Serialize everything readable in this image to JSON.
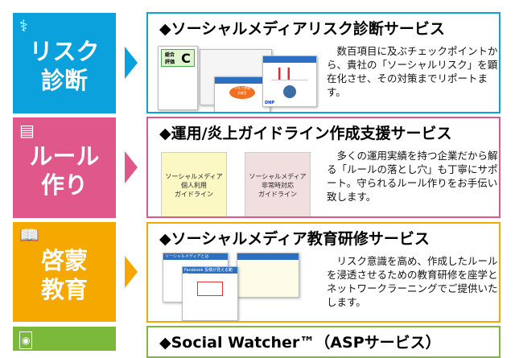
{
  "colors": {
    "risk": "#0aa1dd",
    "rule": "#e0588a",
    "edu": "#f5a800",
    "watch": "#7bb93a"
  },
  "sections": [
    {
      "category": "リスク\n診断",
      "icon": "stethoscope-icon",
      "title": "◆ソーシャルメディアリスク診断サービス",
      "description": "　数百項目に及ぶチェックポイントから、貴社の「ソーシャルリスク」を顕在化させ、その対策までリポートます。",
      "thumb": {
        "grade_label": "総合\n評価",
        "grade": "C",
        "badge": "リスク評価\nD項目",
        "logo": "DNP"
      }
    },
    {
      "category": "ルール\n作り",
      "icon": "document-icon",
      "title": "◆運用/炎上ガイドライン作成支援サービス",
      "description": "　多くの運用実績を持つ企業だから解る「ルールの落とし穴」も丁寧にサポート。守られるルール作りをお手伝い致します。",
      "books": [
        "ソーシャルメディア\n個人利用\nガイドライン",
        "ソーシャルメディア\n非常時対応\nガイドライン"
      ]
    },
    {
      "category": "啓蒙\n教育",
      "icon": "book-icon",
      "title": "◆ソーシャルメディア教育研修サービス",
      "description": "　リスク意識を高め、作成したルールを浸透させるための教育研修を座学とネットワークラーニングでご提供いたします。",
      "thumb": {
        "slide1": "ソーシャルメディアとは",
        "slide2": "Facebook 投稿が見える範囲！"
      }
    },
    {
      "category": "",
      "icon": "eye-icon",
      "title": "◆Social Watcher™（ASPサービス）"
    }
  ]
}
